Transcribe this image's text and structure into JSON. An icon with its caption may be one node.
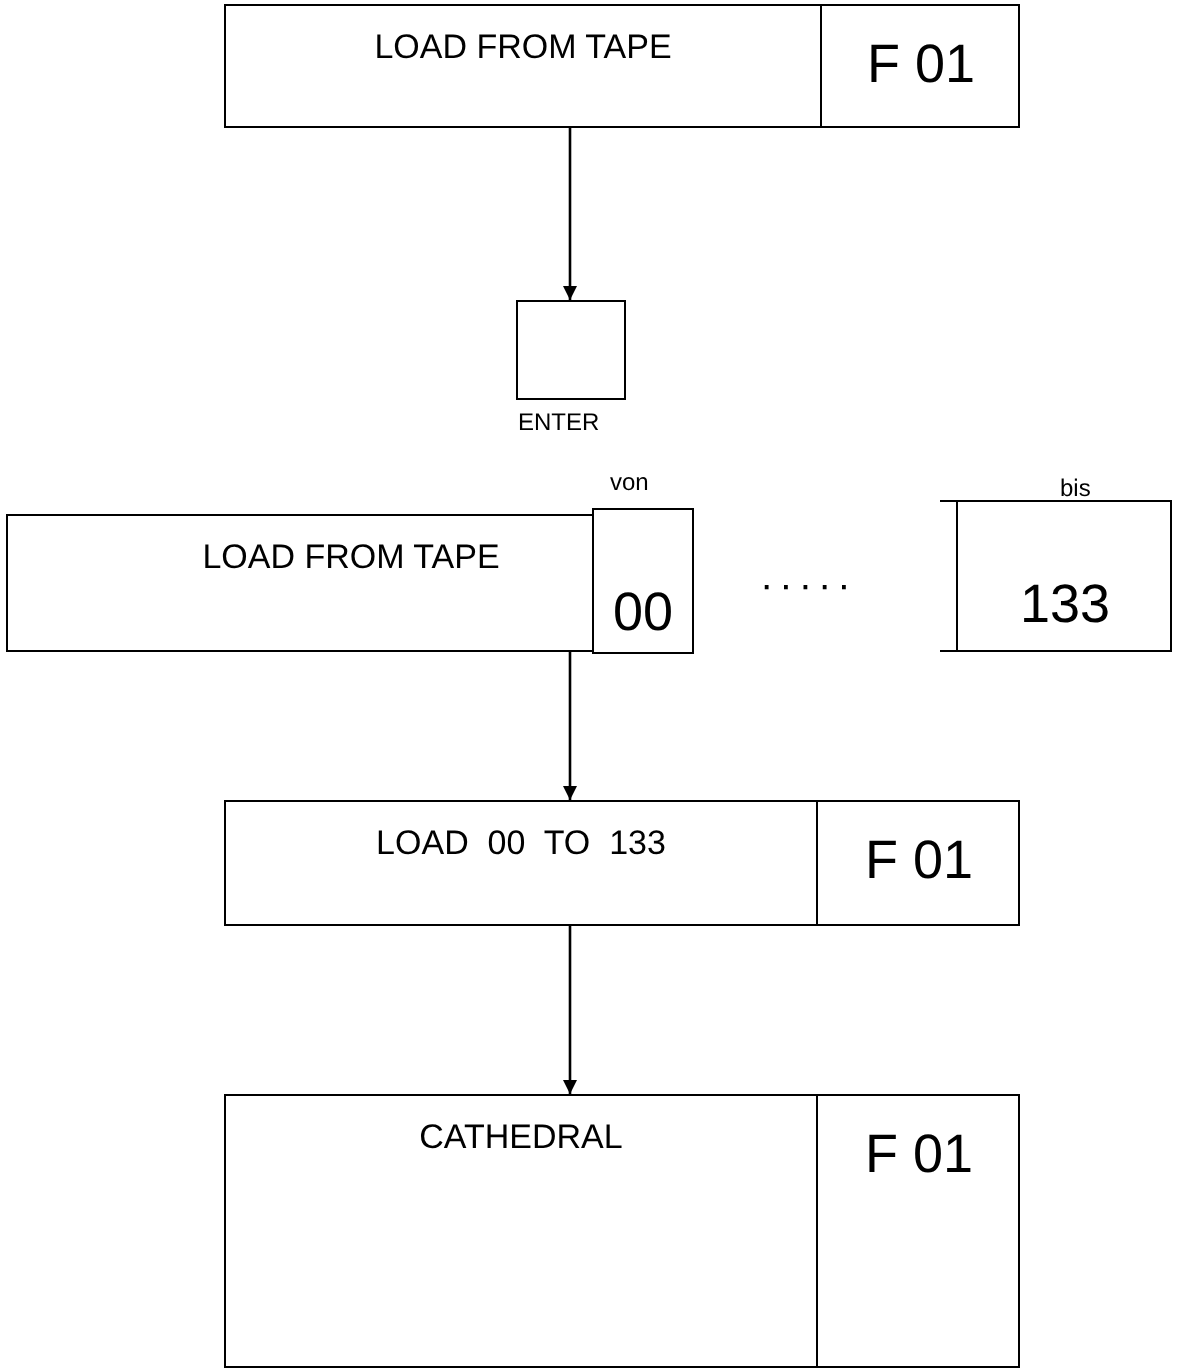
{
  "diagram": {
    "nodes": [
      {
        "text": [
          "LOAD FROM TAPE",
          "F 01"
        ]
      },
      {
        "text": [],
        "shape": "box",
        "beside": [
          "ENTER"
        ]
      },
      {
        "text": [
          "LOAD FROM TAPE"
        ]
      },
      {
        "text": [
          "00"
        ],
        "in": 2,
        "beside": [
          "von"
        ]
      },
      {
        "text": [
          "133"
        ],
        "beside": [
          "bis"
        ]
      },
      {
        "text": [
          "LOAD  00  TO  133",
          "F 01"
        ]
      },
      {
        "text": [
          "CATHEDRAL",
          "F 01"
        ]
      }
    ],
    "edges": [
      {
        "from": 0,
        "to": 1,
        "arrow": "to"
      },
      {
        "from": 2,
        "to": 5,
        "arrow": "to"
      },
      {
        "from": 5,
        "to": 6,
        "arrow": "to"
      }
    ],
    "labels": [
      "·····"
    ]
  }
}
